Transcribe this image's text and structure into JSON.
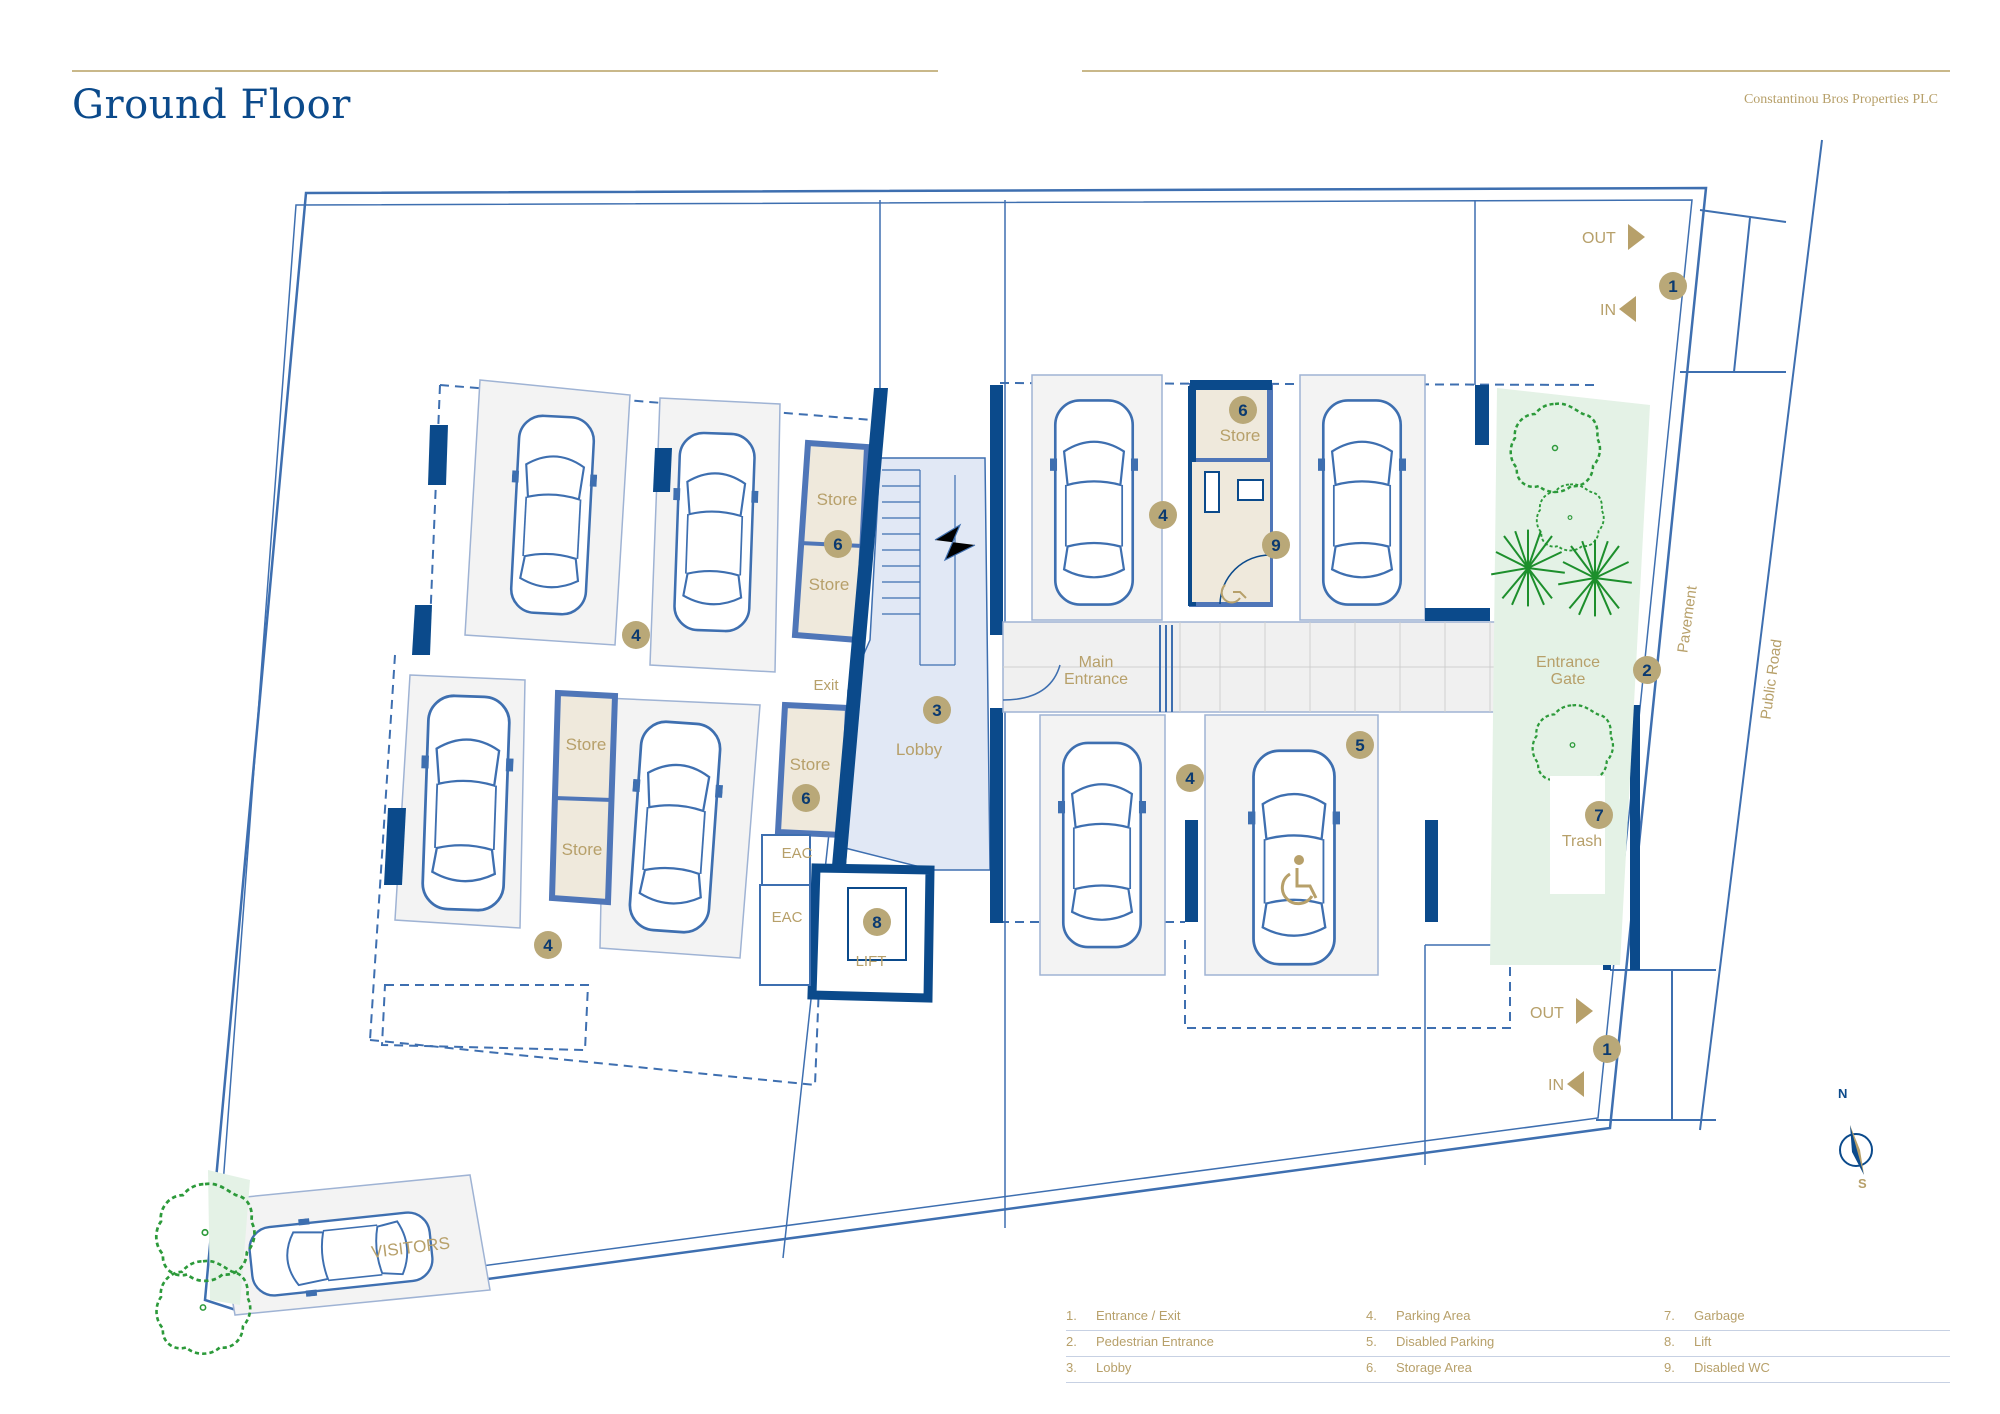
{
  "header": {
    "title": "Ground Floor",
    "company": "Constantinou Bros Properties PLC"
  },
  "colors": {
    "line": "#3e6fb0",
    "wall": "#0b4a8b",
    "gold": "#b7a06a",
    "badge": "#b9a878",
    "store_fill": "#efe9dc",
    "lobby_fill": "#e1e8f5",
    "green": "#2c9a3a",
    "green_fill": "#e4f2e6",
    "parking_fill": "#f2f2f2"
  },
  "labels": {
    "store": "Store",
    "lobby": "Lobby",
    "exit": "Exit",
    "eac": "EAC",
    "lift": "LIFT",
    "main_entrance_1": "Main",
    "main_entrance_2": "Entrance",
    "entrance_gate_1": "Entrance",
    "entrance_gate_2": "Gate",
    "trash": "Trash",
    "pavement": "Pavement",
    "public_road": "Public Road",
    "out": "OUT",
    "in": "IN",
    "visitors": "VISITORS",
    "compass_n": "N",
    "compass_s": "S"
  },
  "badges": {
    "entrance": "1",
    "pedestrian": "2",
    "lobby": "3",
    "parking": "4",
    "disabled_parking": "5",
    "storage": "6",
    "garbage": "7",
    "lift": "8",
    "disabled_wc": "9"
  },
  "legend": [
    {
      "num": "1.",
      "label": "Entrance / Exit"
    },
    {
      "num": "2.",
      "label": "Pedestrian Entrance"
    },
    {
      "num": "3.",
      "label": "Lobby"
    },
    {
      "num": "4.",
      "label": "Parking Area"
    },
    {
      "num": "5.",
      "label": "Disabled Parking"
    },
    {
      "num": "6.",
      "label": "Storage Area"
    },
    {
      "num": "7.",
      "label": "Garbage"
    },
    {
      "num": "8.",
      "label": "Lift"
    },
    {
      "num": "9.",
      "label": "Disabled WC"
    }
  ]
}
